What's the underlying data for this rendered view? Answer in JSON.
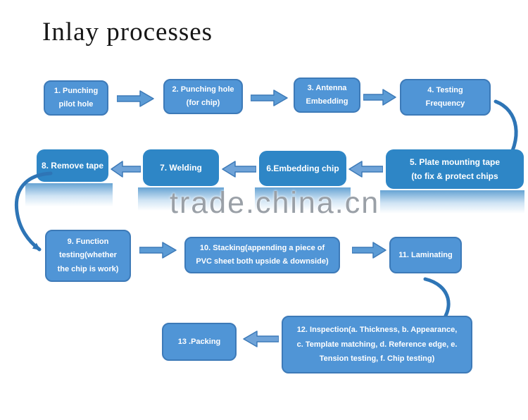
{
  "title": "Inlay processes",
  "watermark": "trade.china.cn",
  "colors": {
    "box_light_fill": "#5095d6",
    "box_light_border": "#3d7ab8",
    "box_dark_fill": "#2e86c6",
    "block_arrow_fill": "#5b9bd5",
    "block_arrow_border": "#3d7ab8",
    "curved_arrow": "#2e75b6",
    "watermark_gray": "#9aa0a7",
    "box_text": "#ffffff",
    "title_text": "#161616"
  },
  "steps": [
    {
      "num": 1,
      "text": "1. Punching\npilot hole"
    },
    {
      "num": 2,
      "text": "2. Punching hole\n(for chip)"
    },
    {
      "num": 3,
      "text": "3. Antenna\nEmbedding"
    },
    {
      "num": 4,
      "text": "4. Testing\nFrequency"
    },
    {
      "num": 5,
      "text": "5. Plate mounting tape\n(to fix & protect chips"
    },
    {
      "num": 6,
      "text": "6.Embedding chip"
    },
    {
      "num": 7,
      "text": "7. Welding"
    },
    {
      "num": 8,
      "text": "8. Remove tape"
    },
    {
      "num": 9,
      "text": "9. Function\ntesting(whether\nthe chip is work)"
    },
    {
      "num": 10,
      "text": "10. Stacking(appending a piece of\nPVC sheet both upside & downside)"
    },
    {
      "num": 11,
      "text": "11. Laminating"
    },
    {
      "num": 12,
      "text": "12. Inspection(a. Thickness, b. Appearance,\nc. Template matching, d. Reference edge, e.\nTension testing, f. Chip testing)"
    },
    {
      "num": 13,
      "text": "13 .Packing"
    }
  ]
}
